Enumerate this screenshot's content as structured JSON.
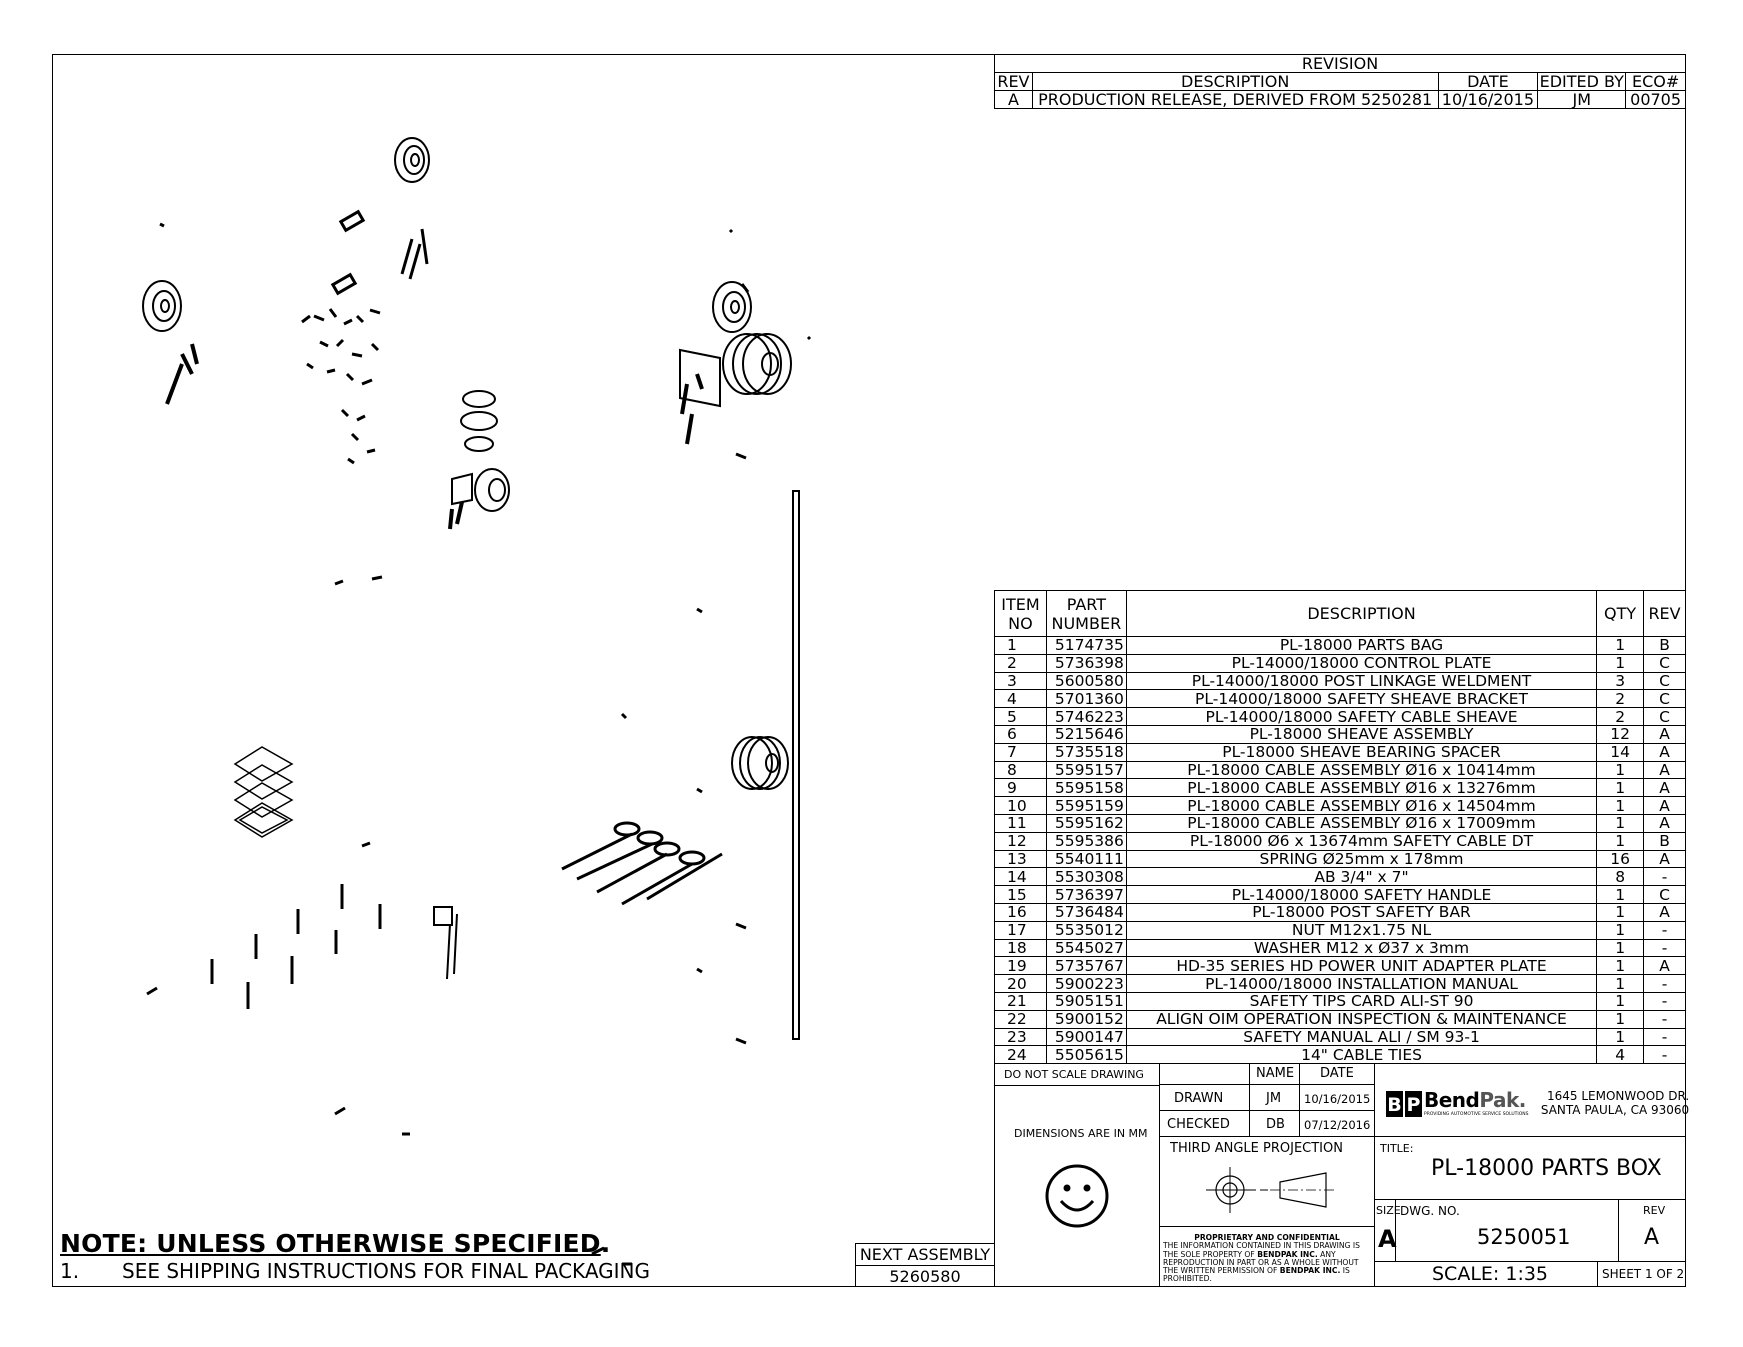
{
  "revision_block": {
    "title": "REVISION",
    "headers": {
      "rev": "REV",
      "description": "DESCRIPTION",
      "date": "DATE",
      "edited_by": "EDITED BY",
      "eco": "ECO#"
    },
    "rows": [
      {
        "rev": "A",
        "description": "PRODUCTION RELEASE, DERIVED FROM 5250281",
        "date": "10/16/2015",
        "edited_by": "JM",
        "eco": "00705"
      }
    ]
  },
  "bom": {
    "headers": {
      "item_line1": "ITEM",
      "item_line2": "NO",
      "part_line1": "PART",
      "part_line2": "NUMBER",
      "description": "DESCRIPTION",
      "qty": "QTY",
      "rev": "REV"
    },
    "rows": [
      {
        "item": "1",
        "part": "5174735",
        "description": "PL-18000 PARTS BAG",
        "qty": "1",
        "rev": "B"
      },
      {
        "item": "2",
        "part": "5736398",
        "description": "PL-14000/18000 CONTROL PLATE",
        "qty": "1",
        "rev": "C"
      },
      {
        "item": "3",
        "part": "5600580",
        "description": "PL-14000/18000 POST LINKAGE WELDMENT",
        "qty": "3",
        "rev": "C"
      },
      {
        "item": "4",
        "part": "5701360",
        "description": "PL-14000/18000 SAFETY SHEAVE BRACKET",
        "qty": "2",
        "rev": "C"
      },
      {
        "item": "5",
        "part": "5746223",
        "description": "PL-14000/18000 SAFETY CABLE SHEAVE",
        "qty": "2",
        "rev": "C"
      },
      {
        "item": "6",
        "part": "5215646",
        "description": "PL-18000 SHEAVE ASSEMBLY",
        "qty": "12",
        "rev": "A"
      },
      {
        "item": "7",
        "part": "5735518",
        "description": "PL-18000 SHEAVE BEARING SPACER",
        "qty": "14",
        "rev": "A"
      },
      {
        "item": "8",
        "part": "5595157",
        "description": "PL-18000 CABLE ASSEMBLY Ø16 x 10414mm",
        "qty": "1",
        "rev": "A"
      },
      {
        "item": "9",
        "part": "5595158",
        "description": "PL-18000 CABLE ASSEMBLY Ø16 x 13276mm",
        "qty": "1",
        "rev": "A"
      },
      {
        "item": "10",
        "part": "5595159",
        "description": "PL-18000 CABLE ASSEMBLY Ø16 x 14504mm",
        "qty": "1",
        "rev": "A"
      },
      {
        "item": "11",
        "part": "5595162",
        "description": "PL-18000 CABLE ASSEMBLY Ø16 x 17009mm",
        "qty": "1",
        "rev": "A"
      },
      {
        "item": "12",
        "part": "5595386",
        "description": "PL-18000 Ø6 x 13674mm SAFETY CABLE DT",
        "qty": "1",
        "rev": "B"
      },
      {
        "item": "13",
        "part": "5540111",
        "description": "SPRING Ø25mm x 178mm",
        "qty": "16",
        "rev": "A"
      },
      {
        "item": "14",
        "part": "5530308",
        "description": "AB 3/4\" x 7\"",
        "qty": "8",
        "rev": "-"
      },
      {
        "item": "15",
        "part": "5736397",
        "description": "PL-14000/18000 SAFETY HANDLE",
        "qty": "1",
        "rev": "C"
      },
      {
        "item": "16",
        "part": "5736484",
        "description": "PL-18000 POST SAFETY BAR",
        "qty": "1",
        "rev": "A"
      },
      {
        "item": "17",
        "part": "5535012",
        "description": "NUT M12x1.75 NL",
        "qty": "1",
        "rev": "-"
      },
      {
        "item": "18",
        "part": "5545027",
        "description": "WASHER M12 x Ø37 x 3mm",
        "qty": "1",
        "rev": "-"
      },
      {
        "item": "19",
        "part": "5735767",
        "description": "HD-35 SERIES HD POWER UNIT ADAPTER PLATE",
        "qty": "1",
        "rev": "A"
      },
      {
        "item": "20",
        "part": "5900223",
        "description": "PL-14000/18000 INSTALLATION MANUAL",
        "qty": "1",
        "rev": "-"
      },
      {
        "item": "21",
        "part": "5905151",
        "description": "SAFETY TIPS CARD ALI-ST 90",
        "qty": "1",
        "rev": "-"
      },
      {
        "item": "22",
        "part": "5900152",
        "description": "ALIGN OIM OPERATION INSPECTION & MAINTENANCE",
        "qty": "1",
        "rev": "-"
      },
      {
        "item": "23",
        "part": "5900147",
        "description": "SAFETY MANUAL ALI / SM 93-1",
        "qty": "1",
        "rev": "-"
      },
      {
        "item": "24",
        "part": "5505615",
        "description": "14\" CABLE TIES",
        "qty": "4",
        "rev": "-"
      }
    ]
  },
  "title_block": {
    "do_not_scale": "DO NOT SCALE DRAWING",
    "dimensions_note": "DIMENSIONS ARE IN MM",
    "name_header": "NAME",
    "date_header": "DATE",
    "drawn_label": "DRAWN",
    "drawn_name": "JM",
    "drawn_date": "10/16/2015",
    "checked_label": "CHECKED",
    "checked_name": "DB",
    "checked_date": "07/12/2016",
    "projection": "THIRD ANGLE PROJECTION",
    "proprietary_title": "PROPRIETARY AND CONFIDENTIAL",
    "proprietary_l1": "THE INFORMATION CONTAINED IN THIS DRAWING IS",
    "proprietary_l2a": "THE SOLE PROPERTY OF ",
    "proprietary_l2b": "BENDPAK INC.",
    "proprietary_l2c": " ANY",
    "proprietary_l3": "REPRODUCTION IN PART OR AS A WHOLE WITHOUT",
    "proprietary_l4a": "THE WRITTEN PERMISSION OF ",
    "proprietary_l4b": "BENDPAK INC.",
    "proprietary_l4c": " IS",
    "proprietary_l5": "PROHIBITED.",
    "logo_text_bend": "Bend",
    "logo_text_pak": "Pak.",
    "logo_tagline": "PROVIDING AUTOMOTIVE SERVICE SOLUTIONS",
    "address_l1": "1645 LEMONWOOD DR.",
    "address_l2": "SANTA PAULA, CA 93060",
    "title_label": "TITLE:",
    "title": "PL-18000 PARTS BOX",
    "size_label": "SIZE",
    "size": "A",
    "dwg_label": "DWG.  NO.",
    "dwg_no": "5250051",
    "rev_label": "REV",
    "rev": "A",
    "scale": "SCALE: 1:35",
    "sheet": "SHEET 1 OF 2"
  },
  "next_assembly": {
    "label": "NEXT ASSEMBLY",
    "value": "5260580"
  },
  "notes": {
    "title": "NOTE: UNLESS OTHERWISE SPECIFIED",
    "title_period": ".",
    "item_number": "1.",
    "item_text": "SEE SHIPPING INSTRUCTIONS FOR FINAL PACKAGING"
  }
}
